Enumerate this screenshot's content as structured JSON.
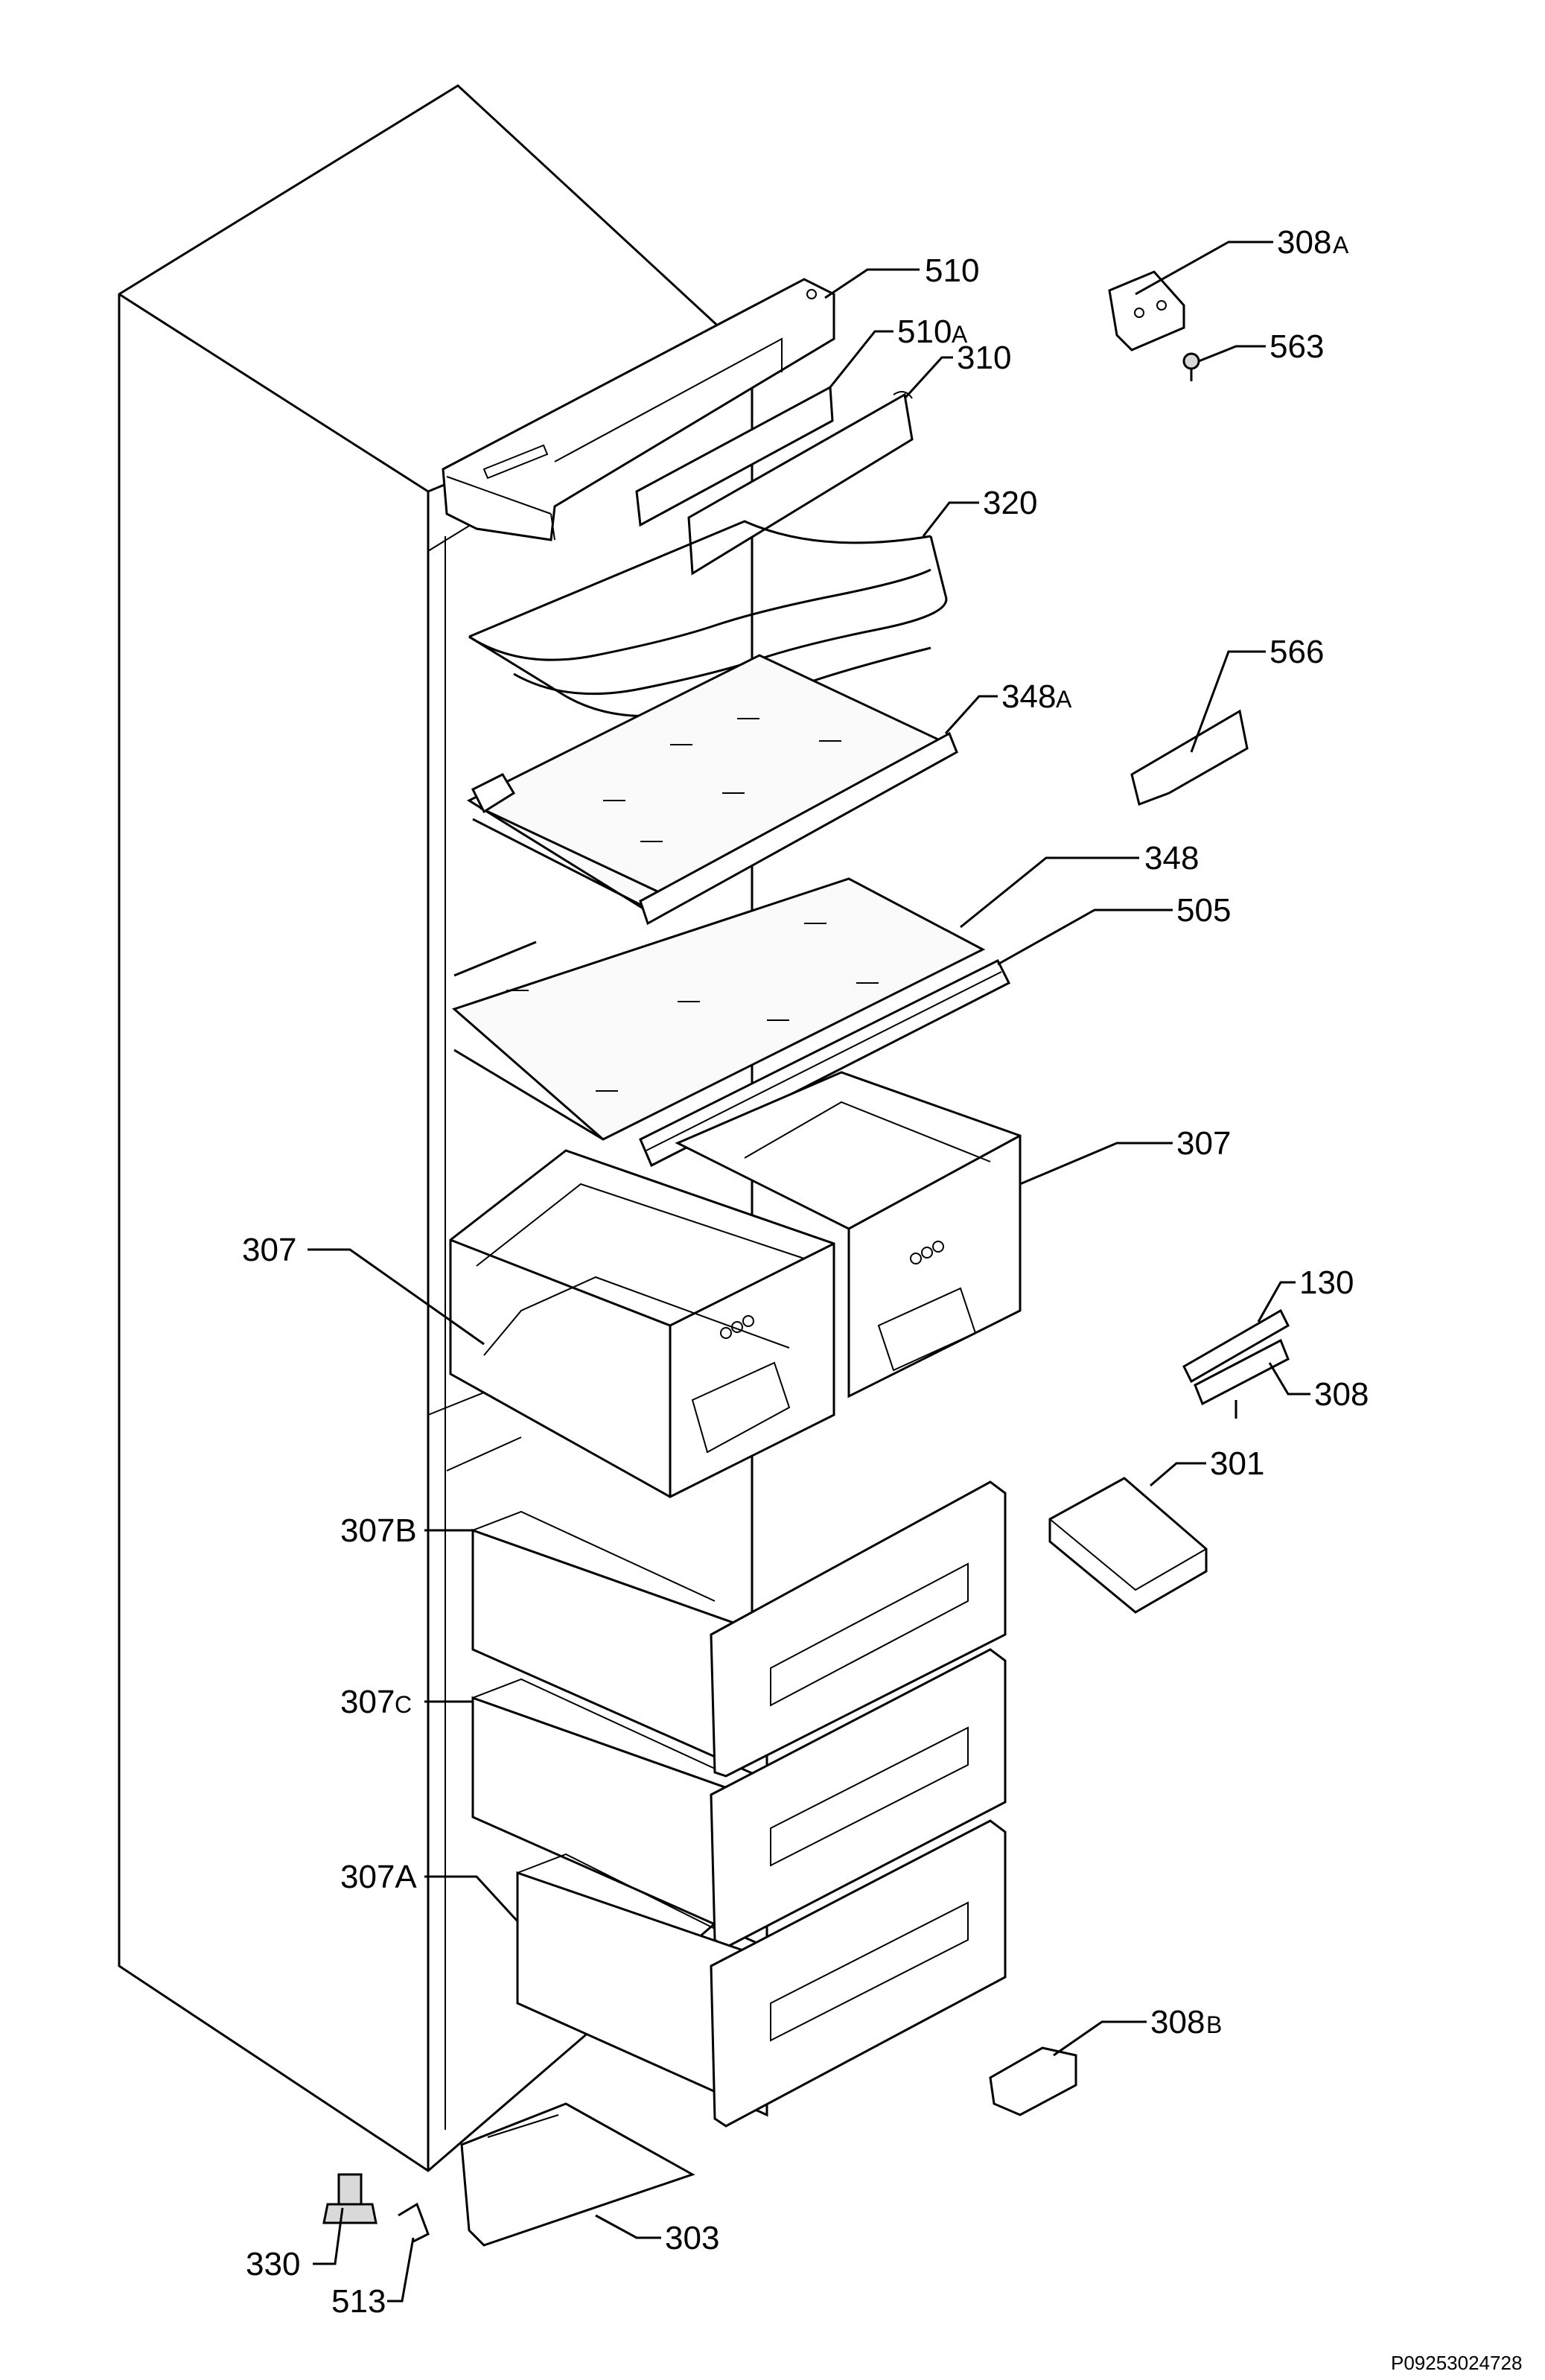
{
  "labels": {
    "l510": "510",
    "l510a": "510",
    "l510a_suffix": "A",
    "l310": "310",
    "l320": "320",
    "l348a": "348",
    "l348a_suffix": "A",
    "l348": "348",
    "l505": "505",
    "l307_left": "307",
    "l307_right": "307",
    "l307b": "307B",
    "l307c": "307",
    "l307c_suffix": "C",
    "l307a": "307A",
    "l303": "303",
    "l330": "330",
    "l513": "513",
    "l308a": "308",
    "l308a_suffix": "A",
    "l563": "563",
    "l566": "566",
    "l130": "130",
    "l308": "308",
    "l301": "301",
    "l308b": "308",
    "l308b_suffix": "B"
  },
  "footer": {
    "drawing_code": "P09253024728"
  }
}
